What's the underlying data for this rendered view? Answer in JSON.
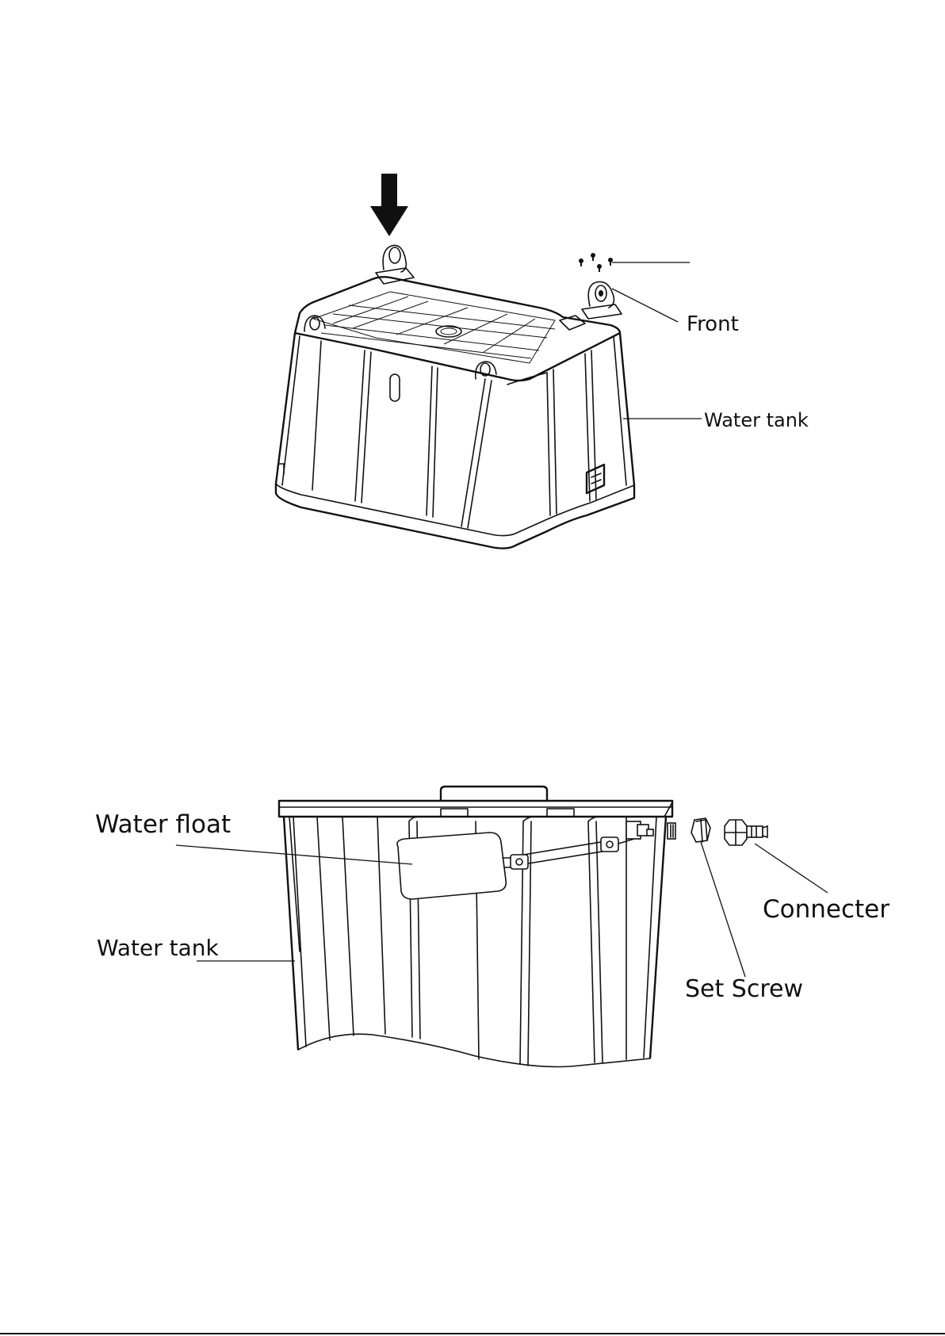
{
  "figure_top": {
    "labels": {
      "front": "Front",
      "water_tank": "Water tank"
    }
  },
  "figure_bottom": {
    "labels": {
      "water_float": "Water float",
      "water_tank": "Water tank",
      "connecter": "Connecter",
      "set_screw": "Set Screw"
    }
  }
}
